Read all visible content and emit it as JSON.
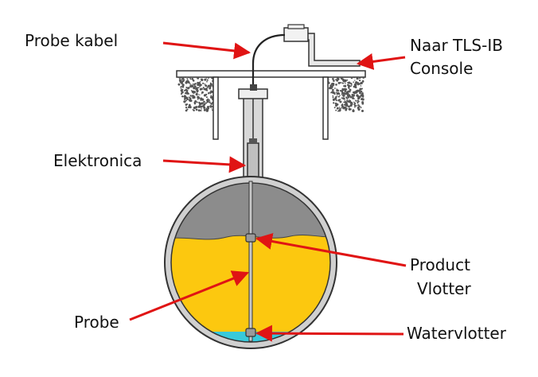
{
  "labels": {
    "probe_cable": "Probe kabel",
    "to_console_line1": "Naar TLS-IB",
    "to_console_line2": "Console",
    "electronics": "Elektronica",
    "product_float_line1": "Product",
    "product_float_line2": "Vlotter",
    "probe": "Probe",
    "water_float": "Watervlotter"
  },
  "colors": {
    "product": "#fcc80f",
    "vapor": "#8c8c8c",
    "water": "#38c9da",
    "tank_wall": "#d0d0d0",
    "arrow": "#e01414",
    "soil": "#555555"
  }
}
